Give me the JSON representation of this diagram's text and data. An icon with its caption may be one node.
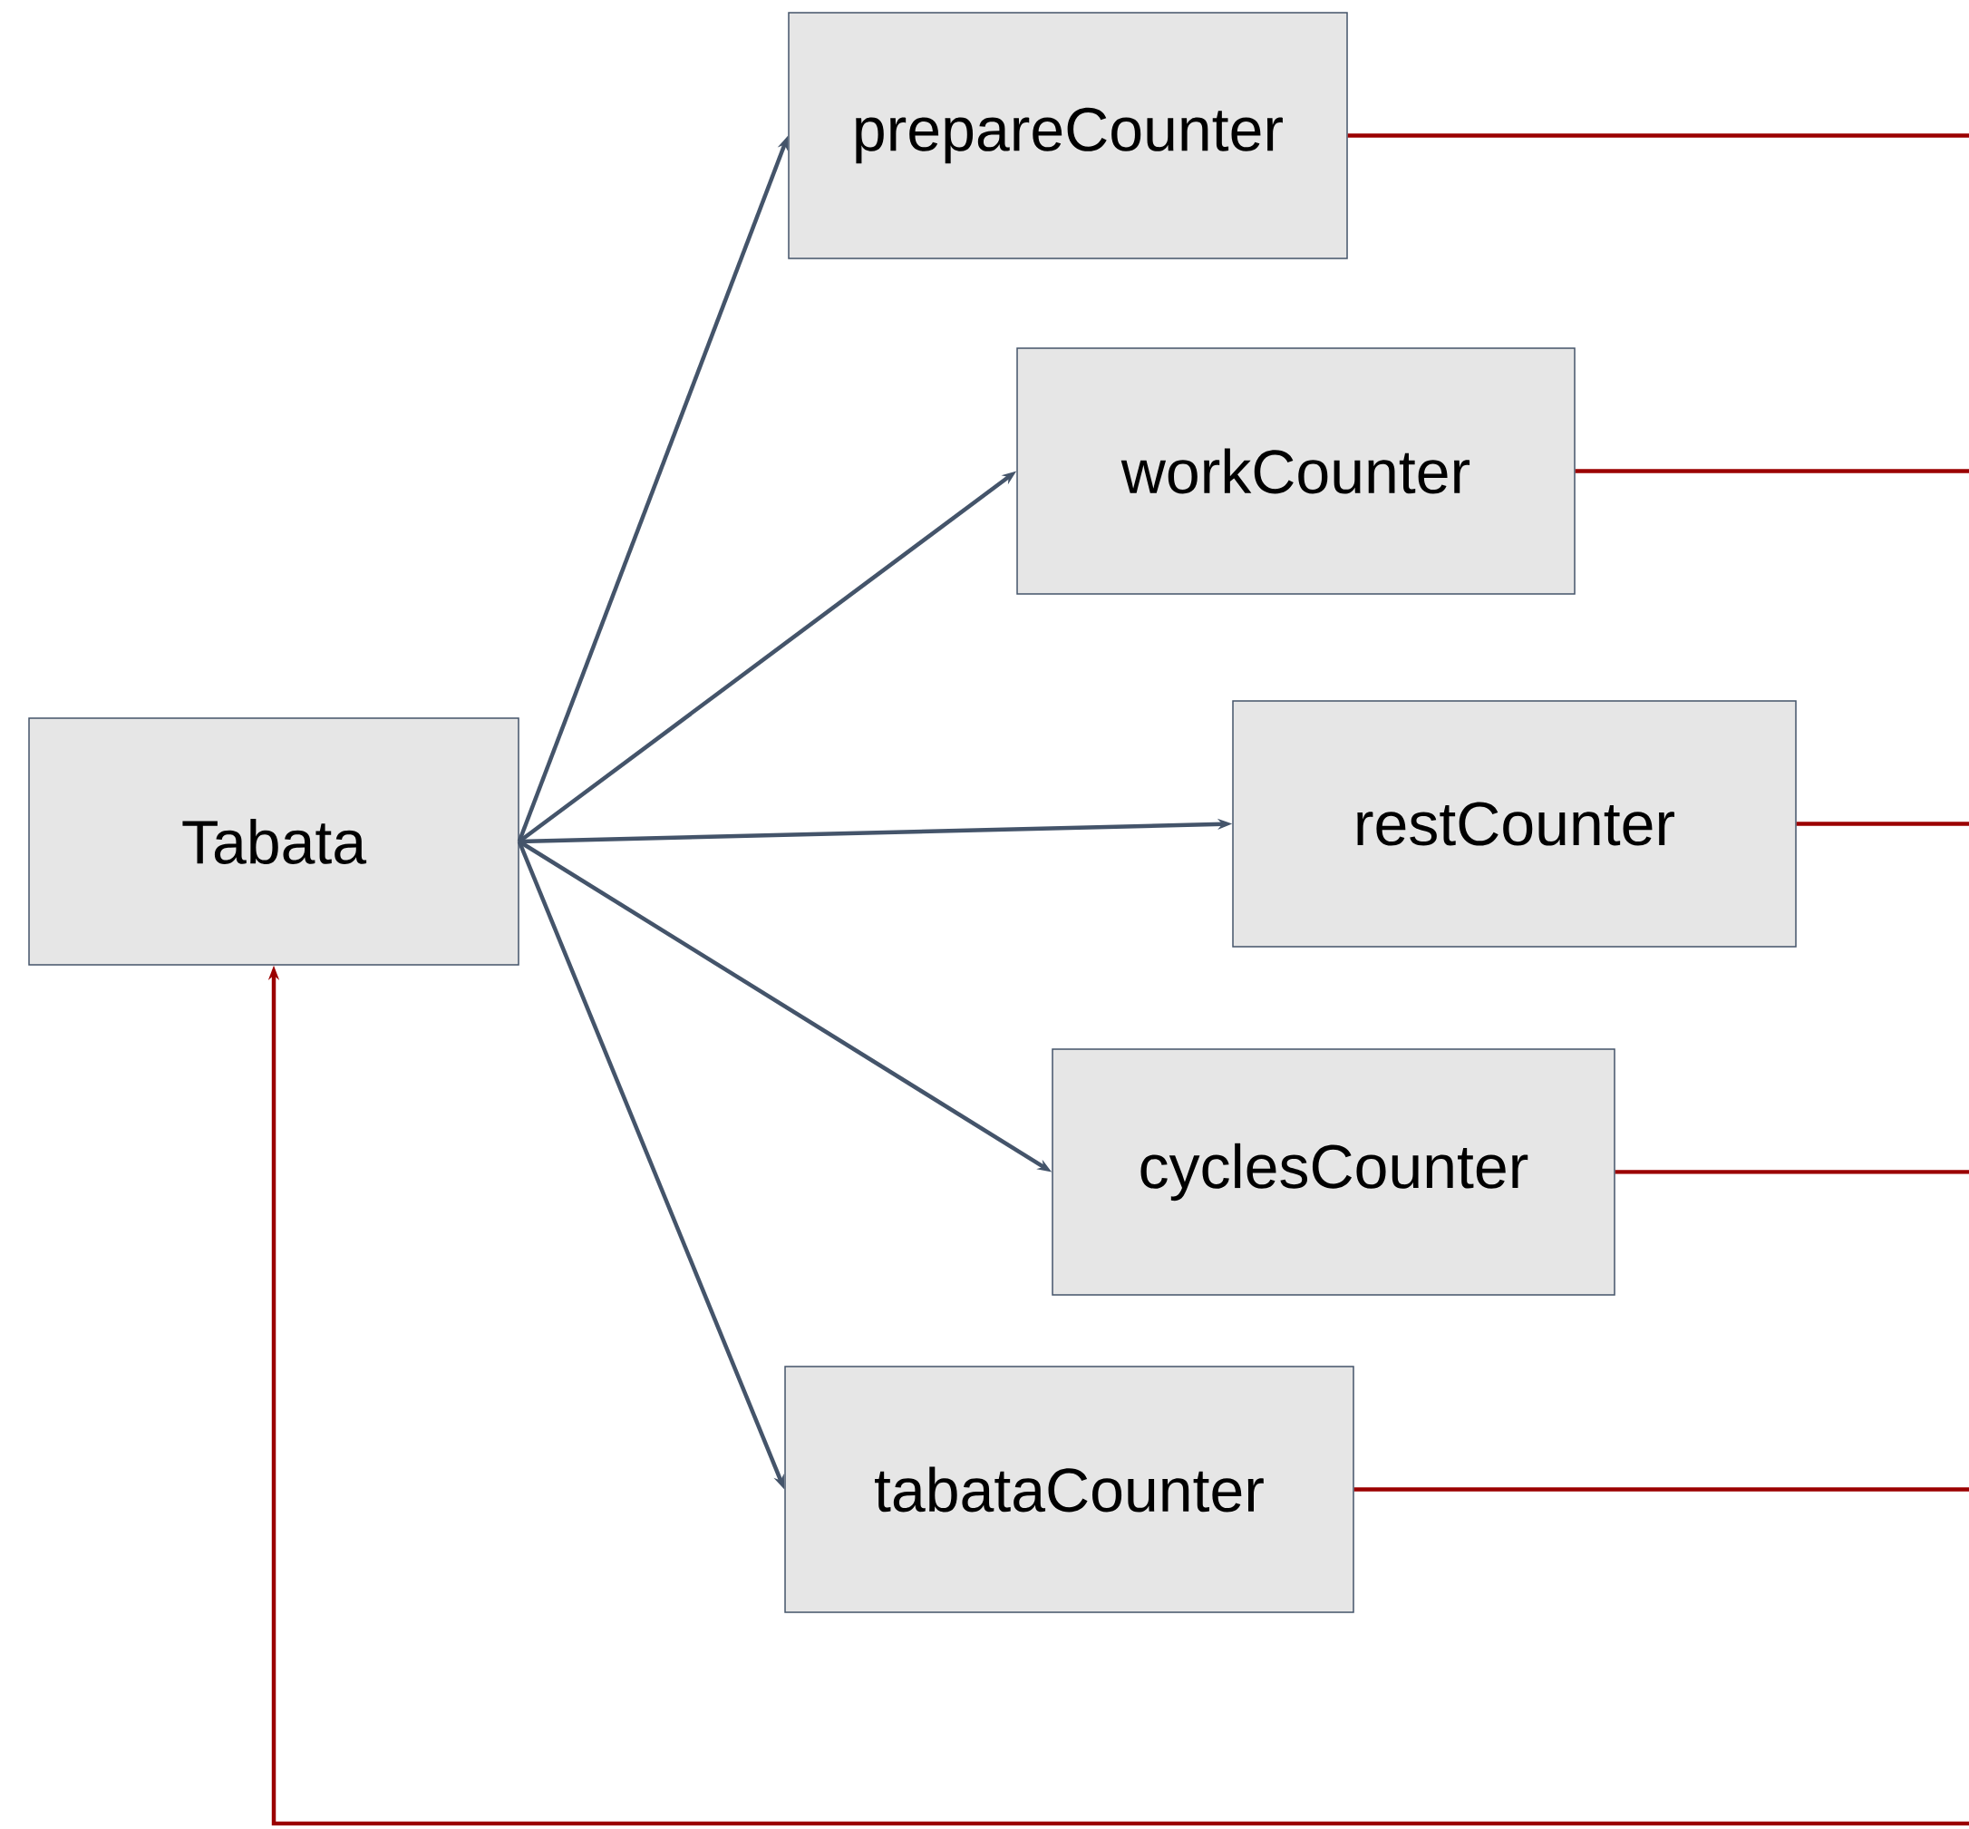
{
  "diagram": {
    "nodes": [
      {
        "text": [
          "Tabata"
        ]
      },
      {
        "text": [
          "prepareCounter"
        ]
      },
      {
        "text": [
          "workCounter"
        ]
      },
      {
        "text": [
          "restCounter"
        ]
      },
      {
        "text": [
          "cyclesCounter"
        ]
      },
      {
        "text": [
          "tabataCounter"
        ]
      }
    ],
    "edges": [
      {
        "from": 0,
        "to": 1,
        "arrow": "to",
        "color": "#44546a"
      },
      {
        "from": 0,
        "to": 2,
        "arrow": "to",
        "color": "#44546a"
      },
      {
        "from": 0,
        "to": 3,
        "arrow": "to",
        "color": "#44546a"
      },
      {
        "from": 0,
        "to": 4,
        "arrow": "to",
        "color": "#44546a"
      },
      {
        "from": 0,
        "to": 5,
        "arrow": "to",
        "color": "#44546a"
      },
      {
        "from": 1,
        "to": null,
        "arrow": "none"
      },
      {
        "from": 2,
        "to": null,
        "arrow": "none"
      },
      {
        "from": 3,
        "to": null,
        "arrow": "none"
      },
      {
        "from": 4,
        "to": null,
        "arrow": "none"
      },
      {
        "from": 5,
        "to": null,
        "arrow": "none"
      },
      {
        "from": null,
        "to": 0,
        "arrow": "to"
      }
    ]
  }
}
